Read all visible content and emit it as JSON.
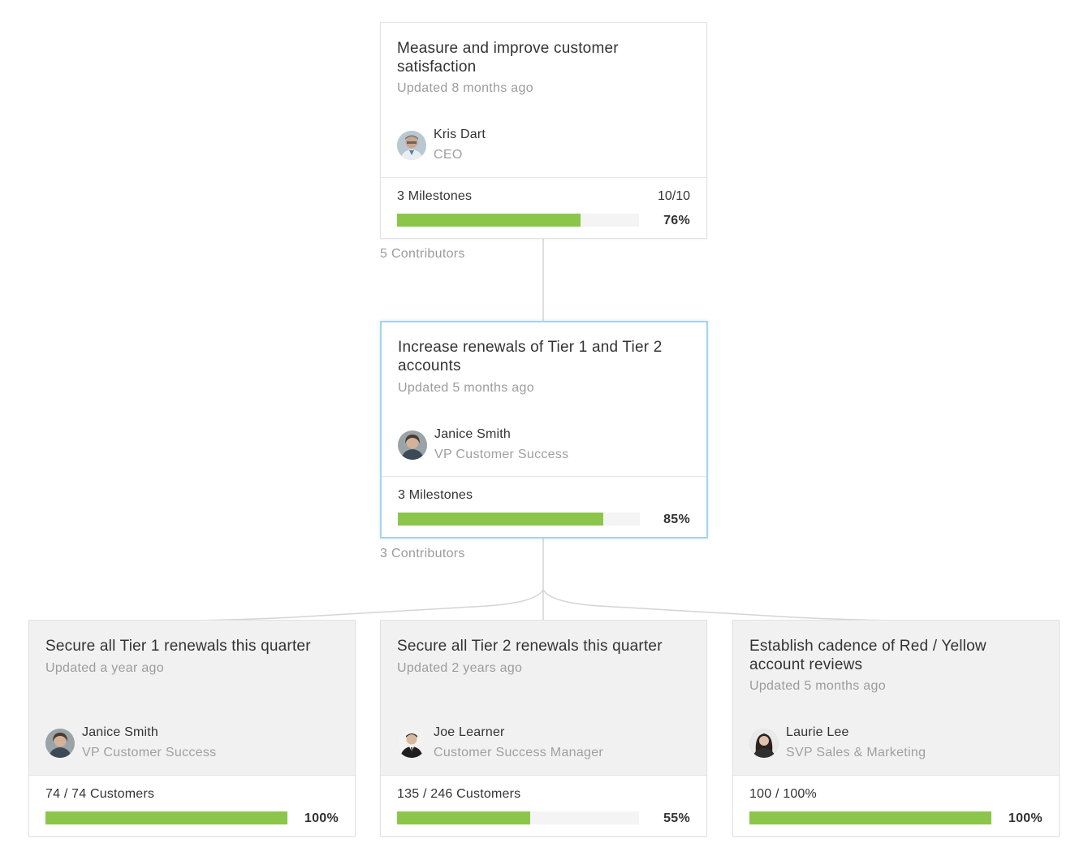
{
  "colors": {
    "progress_fill": "#8bc64a",
    "progress_track": "#f4f4f4",
    "selected_border": "#a9d3ea",
    "child_header_bg": "#f1f1f1"
  },
  "goals": {
    "root": {
      "title": "Measure and improve customer satisfaction",
      "updated": "Updated 8 months ago",
      "owner_name": "Kris Dart",
      "owner_role": "CEO",
      "metric_label": "3 Milestones",
      "metric_value": "10/10",
      "progress": 0.76,
      "progress_label": "76%",
      "contributors": "5 Contributors"
    },
    "middle": {
      "title": "Increase renewals of Tier 1 and Tier 2 accounts",
      "updated": "Updated 5 months ago",
      "owner_name": "Janice Smith",
      "owner_role": "VP Customer Success",
      "metric_label": "3 Milestones",
      "progress": 0.85,
      "progress_label": "85%",
      "contributors": "3 Contributors"
    },
    "children": [
      {
        "title": "Secure all Tier 1 renewals this quarter",
        "updated": "Updated a year ago",
        "owner_name": "Janice Smith",
        "owner_role": "VP Customer Success",
        "metric_label": "74 / 74 Customers",
        "progress": 1.0,
        "progress_label": "100%"
      },
      {
        "title": "Secure all Tier 2 renewals this quarter",
        "updated": "Updated 2 years ago",
        "owner_name": "Joe Learner",
        "owner_role": "Customer Success Manager",
        "metric_label": "135 / 246 Customers",
        "progress": 0.55,
        "progress_label": "55%"
      },
      {
        "title": "Establish cadence of Red / Yellow account reviews",
        "updated": "Updated 5 months ago",
        "owner_name": "Laurie Lee",
        "owner_role": "SVP Sales & Marketing",
        "metric_label": "100 / 100%",
        "progress": 1.0,
        "progress_label": "100%"
      }
    ]
  }
}
